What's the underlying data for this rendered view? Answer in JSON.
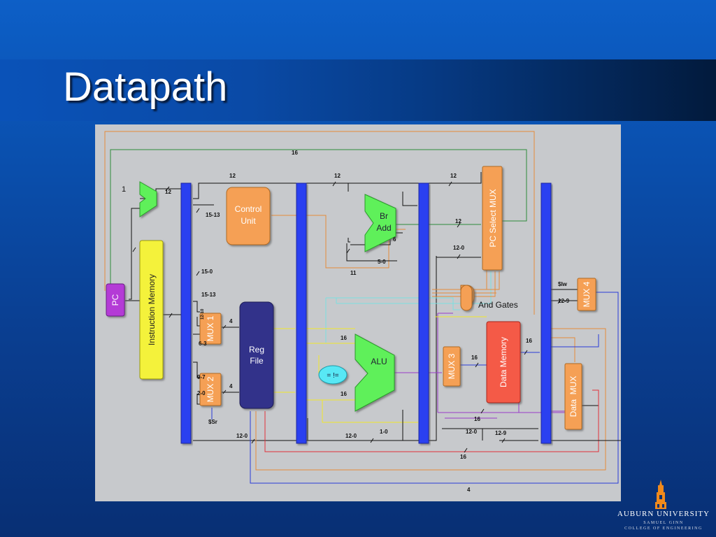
{
  "slide": {
    "title": "Datapath"
  },
  "diagram": {
    "components": {
      "pc": "PC",
      "instruction_memory": "Instruction Memory",
      "control_unit": [
        "Control",
        "Unit"
      ],
      "reg_file": [
        "Reg",
        "File"
      ],
      "br_add": [
        "Br",
        "Add"
      ],
      "alu": "ALU",
      "compare": "= !=",
      "pc_select_mux": "PC Select MUX",
      "and_gates": "And Gates",
      "data_memory": "Data Memory",
      "data_mux": "Data  MUX",
      "mux1": "MUX 1",
      "mux2": "MUX 2",
      "mux3": "MUX 3",
      "mux4": "MUX 4"
    },
    "labels": {
      "one": "1",
      "l16_top": "16",
      "l12_a": "12",
      "l12_b": "12",
      "l12_c": "12",
      "l12_inc": "12",
      "l15_13_a": "15-13",
      "l15_0": "15-0",
      "l15_13_b": "15-13",
      "l12_10": "12-10",
      "l6_3": "6-3",
      "l4_a": "4",
      "l9_7": "9-7",
      "l2_0": "2-0",
      "l4_b": "4",
      "sr": "$Sr",
      "l12_0_a": "12-0",
      "l6": "6",
      "l5_0": "5-0",
      "l11": "11",
      "l12_mux": "12",
      "l12_0_b": "12-0",
      "l16_alu_a": "16",
      "l16_alu_b": "16",
      "l12_0_c": "12-0",
      "l1_0": "1-0",
      "lw": "$lw",
      "l12_9_a": "12-9",
      "l16_dm": "16",
      "l16_mux3": "16",
      "l16_dmb": "16",
      "l12_0_d": "12-0",
      "l12_9_b": "12-9",
      "l16_bottom": "16",
      "l4_bottom": "4"
    }
  },
  "logo": {
    "name": "AUBURN UNIVERSITY",
    "line1": "SAMUEL GINN",
    "line2": "COLLEGE OF ENGINEERING"
  },
  "colors": {
    "bus": "#2b3ff0",
    "orange_block": "#f5a055",
    "green_block": "#5ef05a",
    "yellow_block": "#f4f23a",
    "purple_block": "#b43ad6",
    "navy_block": "#33338a",
    "red_block": "#f45a46",
    "compare_fill": "#58e8f5"
  }
}
